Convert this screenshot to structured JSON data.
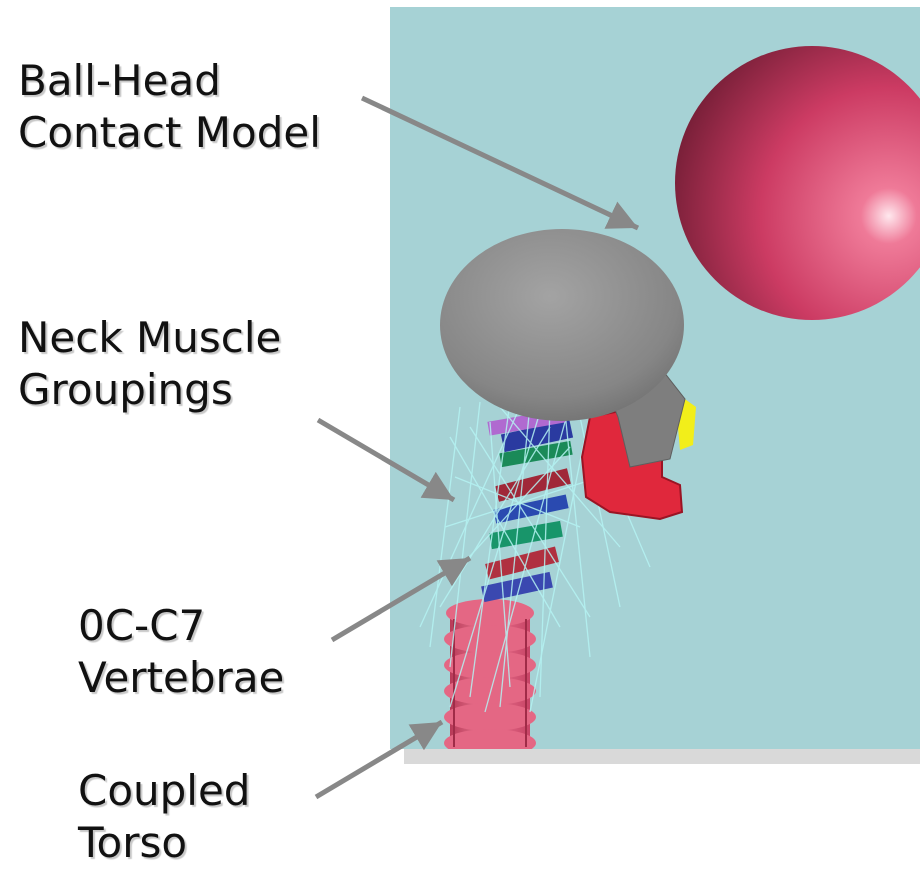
{
  "labels": {
    "ball_head": [
      "Ball-Head",
      "Contact Model"
    ],
    "neck_muscles": [
      "Neck Muscle",
      "Groupings"
    ],
    "vertebrae": [
      "0C-C7",
      "Vertebrae"
    ],
    "torso": [
      "Coupled",
      "Torso"
    ]
  },
  "colors": {
    "background": "#a6d2d5",
    "ball": "#d0406a",
    "skull": "#8a8a8a",
    "jaw": "#e0283c",
    "torso": "#e2607e",
    "muscle_fibers": "#aaf0f0",
    "arrow": "#888888"
  }
}
